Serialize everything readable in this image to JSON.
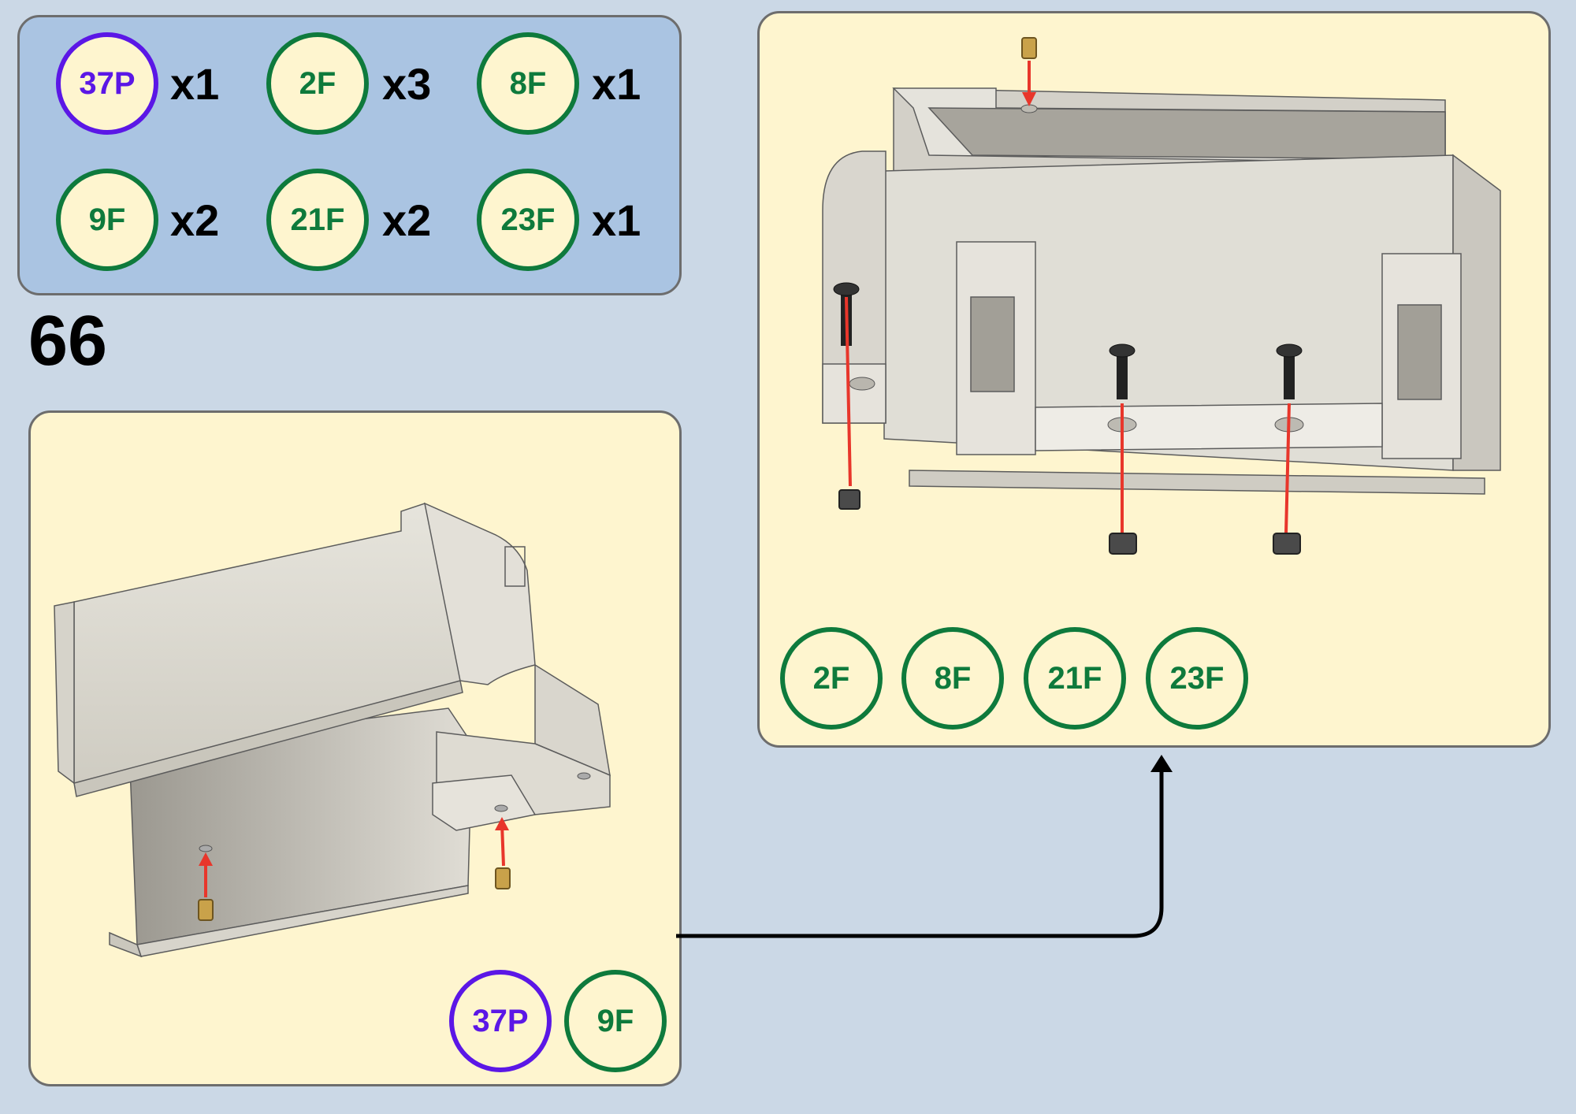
{
  "step_number": "66",
  "parts_needed": [
    {
      "label": "37P",
      "qty": "x1",
      "color": "#5b17e6"
    },
    {
      "label": "2F",
      "qty": "x3",
      "color": "#0e7a3c"
    },
    {
      "label": "8F",
      "qty": "x1",
      "color": "#0e7a3c"
    },
    {
      "label": "9F",
      "qty": "x2",
      "color": "#0e7a3c"
    },
    {
      "label": "21F",
      "qty": "x2",
      "color": "#0e7a3c"
    },
    {
      "label": "23F",
      "qty": "x1",
      "color": "#0e7a3c"
    }
  ],
  "left_panel": {
    "badges": [
      {
        "label": "37P",
        "color": "#5b17e6"
      },
      {
        "label": "9F",
        "color": "#0e7a3c"
      }
    ]
  },
  "right_panel": {
    "badges": [
      {
        "label": "2F",
        "color": "#0e7a3c"
      },
      {
        "label": "8F",
        "color": "#0e7a3c"
      },
      {
        "label": "21F",
        "color": "#0e7a3c"
      },
      {
        "label": "23F",
        "color": "#0e7a3c"
      }
    ]
  },
  "colors": {
    "background": "#cbd8e6",
    "parts_panel": "#aac4e2",
    "step_panel": "#fef5cf",
    "arrow_red": "#e8362b",
    "printed_part_color": "#5b17e6",
    "fastener_color": "#0e7a3c"
  }
}
